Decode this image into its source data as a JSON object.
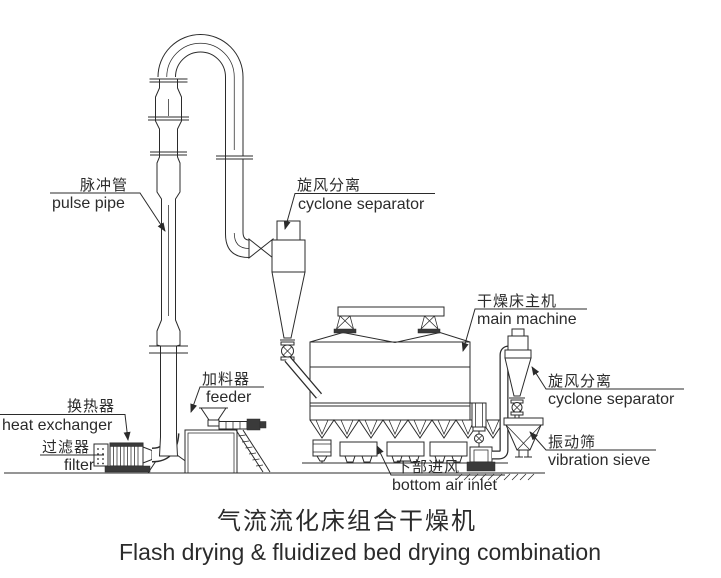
{
  "diagram": {
    "background": "#ffffff",
    "line_color": "#2b2b2b",
    "title": {
      "zh": "气流流化床组合干燥机",
      "en": "Flash drying & fluidized bed drying combination"
    },
    "labels": {
      "pulse_pipe": {
        "zh": "脉冲管",
        "en": "pulse pipe"
      },
      "cyclone_separator_top": {
        "zh": "旋风分离",
        "en": "cyclone separator"
      },
      "main_machine": {
        "zh": "干燥床主机",
        "en": "main machine"
      },
      "feeder": {
        "zh": "加料器",
        "en": "feeder"
      },
      "heat_exchanger": {
        "zh": "换热器",
        "en": "heat exchanger"
      },
      "filter": {
        "zh": "过滤器",
        "en": "filter"
      },
      "bottom_air_inlet": {
        "zh": "下部进风",
        "en": "bottom air inlet"
      },
      "cyclone_separator_right": {
        "zh": "旋风分离",
        "en": "cyclone separator"
      },
      "vibration_sieve": {
        "zh": "振动筛",
        "en": "vibration sieve"
      }
    }
  }
}
